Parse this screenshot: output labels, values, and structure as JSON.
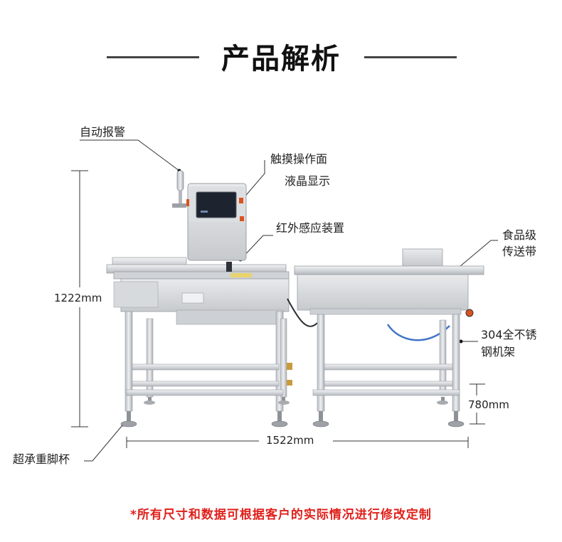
{
  "header": {
    "title": "产品解析"
  },
  "callouts": {
    "alarm": "自动报警",
    "touch_line1": "触摸操作面",
    "touch_line2": "液晶显示",
    "sensor": "红外感应装置",
    "belt_line1": "食品级",
    "belt_line2": "传送带",
    "frame_line1": "304全不锈",
    "frame_line2": "钢机架",
    "feet": "超承重脚杯"
  },
  "dimensions": {
    "height": "1222mm",
    "width": "1522mm",
    "belt_height": "780mm"
  },
  "footer": {
    "note": "*所有尺寸和数据可根据客户的实际情况进行修改定制"
  },
  "colors": {
    "note": "#e0201b",
    "steel_light": "#e4e6e8",
    "steel_mid": "#c3c6ca",
    "steel_dark": "#8e9297",
    "screen": "#1d2430",
    "accent_orange": "#d9531e",
    "hose_blue": "#3f74c8"
  }
}
